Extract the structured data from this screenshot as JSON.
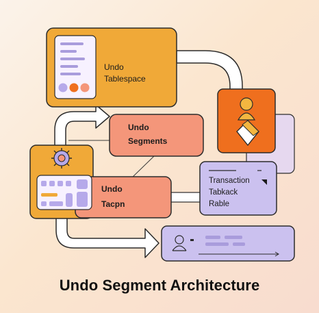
{
  "title": "Undo Segment Architecture",
  "nodes": {
    "undo_tablespace": {
      "line1": "Undo",
      "line2": "Tablespace"
    },
    "undo_segments": {
      "line1": "Undo",
      "line2": "Segments"
    },
    "undo_tacpn": {
      "line1": "Undo",
      "line2": "Tacpn"
    },
    "transaction_panel": {
      "line1": "Transaction",
      "line2": "Tabkack",
      "line3": "Rable"
    }
  },
  "colors": {
    "orange": "#f0a938",
    "deep_orange": "#ef6f1e",
    "salmon": "#f4967a",
    "lavender": "#cbc1ef",
    "lavender_dark": "#a99cdc",
    "outline": "#2b2b2b"
  }
}
